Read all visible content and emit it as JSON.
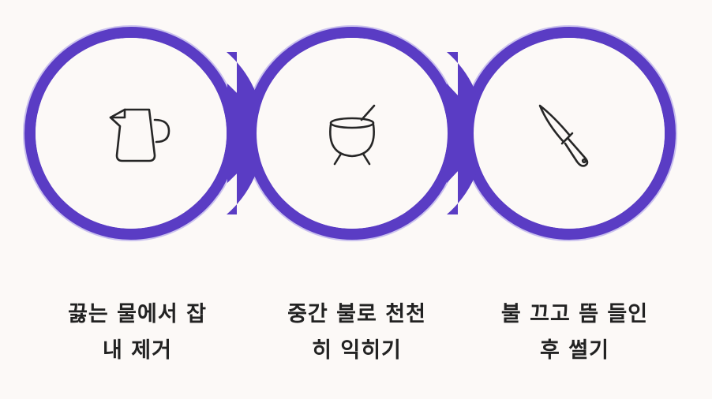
{
  "colors": {
    "background": "#fcf9f7",
    "ring": "#5a3cc4",
    "ring_edge": "#c9c0ee",
    "inner_fill": "#fcf9f7",
    "icon_stroke": "#262626",
    "text": "#222222"
  },
  "steps": [
    {
      "icon": "kettle-icon",
      "line1": "끓는 물에서 잡",
      "line2": "내 제거"
    },
    {
      "icon": "pot-icon",
      "line1": "중간 불로 천천",
      "line2": "히 익히기"
    },
    {
      "icon": "knife-icon",
      "line1": "불 끄고 뜸 들인",
      "line2": "후 썰기"
    }
  ]
}
